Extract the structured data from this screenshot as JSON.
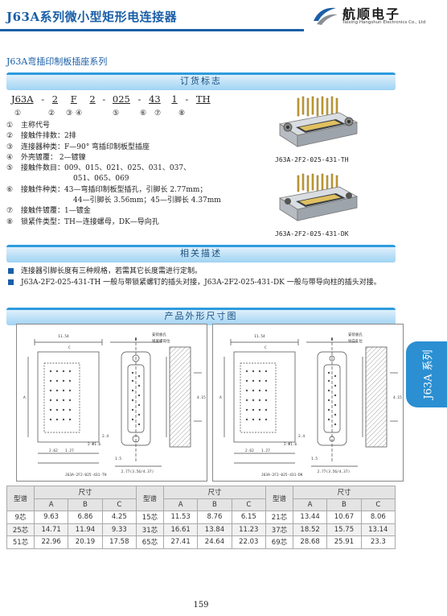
{
  "header": {
    "title": "J63A系列微小型矩形电连接器",
    "logo_name": "航顺电子",
    "logo_sub": "Taixing Hangshun Electronics Co., Ltd",
    "accent_color": "#1a5fa8"
  },
  "series_title": "J63A弯插印制板插座系列",
  "sections": {
    "order": "订货标志",
    "description": "相关描述",
    "dimensions": "产品外形尺寸图"
  },
  "order_code": {
    "segments": [
      "J63A",
      "-",
      "2",
      "F",
      "2",
      "-",
      "025",
      "-",
      "43",
      "1",
      "-",
      "TH"
    ],
    "numbers": [
      "①",
      "②",
      "③",
      "④",
      "⑤",
      "⑥",
      "⑦",
      "⑧"
    ]
  },
  "specs": [
    {
      "num": "①",
      "text": "主称代号"
    },
    {
      "num": "②",
      "text": "接触件排数：2排"
    },
    {
      "num": "③",
      "text": "连接器种类：F—90° 弯插印制板型插座"
    },
    {
      "num": "④",
      "text": "外壳镀覆：  2—镀镍"
    },
    {
      "num": "⑤",
      "text": "接触件数目：009、015、021、025、031、037、",
      "cont": "051、065、069"
    },
    {
      "num": "⑥",
      "text": "接触件种类：43—弯插印制板型插孔，引脚长 2.77mm；",
      "cont": "44—引脚长 3.56mm；45—引脚长 4.37mm"
    },
    {
      "num": "⑦",
      "text": "接触件镀覆：1—镀金"
    },
    {
      "num": "⑧",
      "text": "锁紧件类型：TH—连接螺母，DK—导向孔"
    }
  ],
  "photos": [
    {
      "caption": "J63A-2F2-025-431-TH"
    },
    {
      "caption": "J63A-2F2-025-431-DK"
    }
  ],
  "description": [
    "连接器引脚长度有三种规格，若需其它长度需进行定制。",
    "J63A-2F2-025-431-TH 一般与带锁紧螺钉的插头对接，J63A-2F2-025-431-DK 一般与带导向柱的插头对接。"
  ],
  "side_tab": "J63A 系列",
  "drawings": [
    {
      "caption": "J63A-2F2-025-431-TH",
      "dims": {
        "top": "11.54",
        "a": "A",
        "c": "C",
        "b": "B",
        "d1": "2.62",
        "d2": "1.27",
        "d3": "2.77(3.56/4.37)",
        "dia": "2-Φ1.6",
        "h1": "1.5",
        "side": "4.15",
        "small": "2.4",
        "note1": "安装板孔",
        "note2": "锁紧螺母位"
      }
    },
    {
      "caption": "J63A-2F2-025-431-DK",
      "dims": {
        "top": "11.54",
        "a": "A",
        "c": "C",
        "b": "B",
        "d1": "2.62",
        "d2": "1.27",
        "d3": "2.77(3.56/4.37)",
        "dia": "2-Φ1.6",
        "h1": "1.5",
        "side": "4.15",
        "small": "2.4",
        "note1": "安装板孔",
        "note2": "导向孔位"
      }
    }
  ],
  "table": {
    "model_label": "型谱",
    "size_label": "尺寸",
    "cols": [
      "A",
      "B",
      "C"
    ],
    "rows": [
      [
        [
          "9芯",
          "9.63",
          "6.86",
          "4.25"
        ],
        [
          "15芯",
          "11.53",
          "8.76",
          "6.15"
        ],
        [
          "21芯",
          "13.44",
          "10.67",
          "8.06"
        ]
      ],
      [
        [
          "25芯",
          "14.71",
          "11.94",
          "9.33"
        ],
        [
          "31芯",
          "16.61",
          "13.84",
          "11.23"
        ],
        [
          "37芯",
          "18.52",
          "15.75",
          "13.14"
        ]
      ],
      [
        [
          "51芯",
          "22.96",
          "20.19",
          "17.58"
        ],
        [
          "65芯",
          "27.41",
          "24.64",
          "22.03"
        ],
        [
          "69芯",
          "28.68",
          "25.91",
          "23.3"
        ]
      ]
    ]
  },
  "page_number": "159"
}
